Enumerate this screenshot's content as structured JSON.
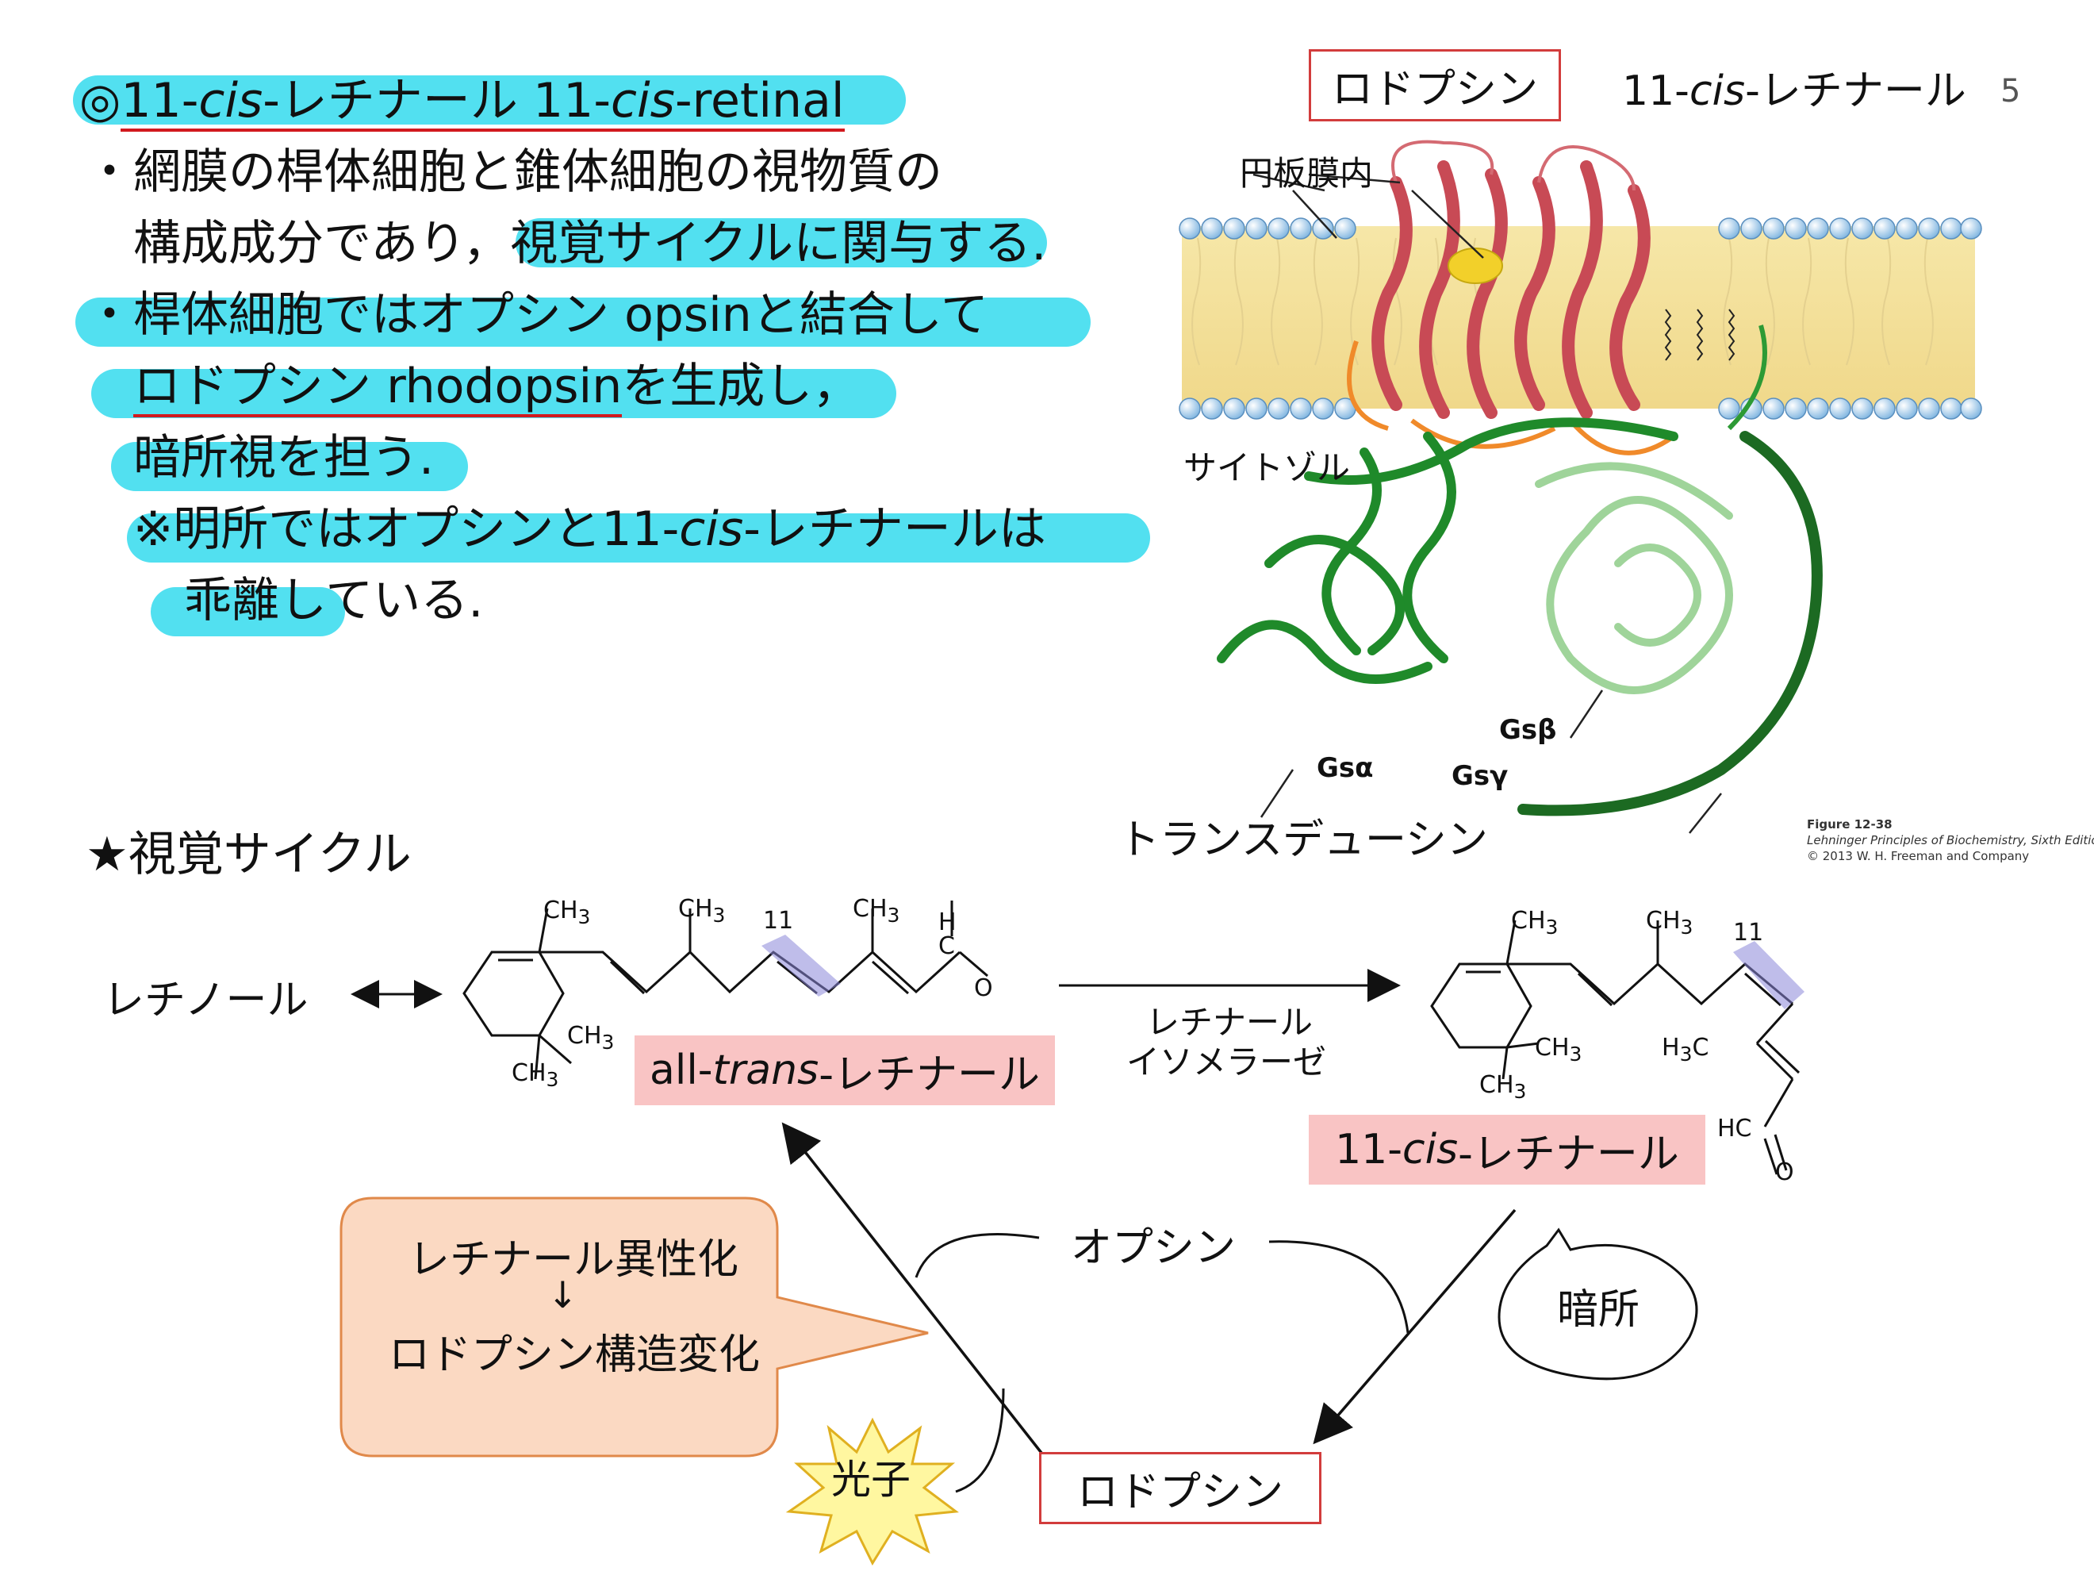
{
  "page_number": "5",
  "heading": {
    "prefix": "◎",
    "t1": "11-",
    "t1_italic": "cis",
    "t2": "-レチナール 11-",
    "t2_italic": "cis",
    "t3": "-retinal"
  },
  "bullets": {
    "b1_line1": "・網膜の桿体細胞と錐体細胞の視物質の",
    "b1_line2": "構成成分であり，視覚サイクルに関与する.",
    "b2_line1": "・桿体細胞ではオプシン opsinと結合して",
    "b2_line2a": "ロドプシン rhodopsin",
    "b2_line2b": "を生成し，",
    "b2_line3": "暗所視を担う.",
    "note_line1a": "※明所ではオプシンと11-",
    "note_line1_italic": "cis",
    "note_line1b": "-レチナールは",
    "note_line2": "乖離している."
  },
  "protein_figure": {
    "label_rhodopsin": "ロドプシン",
    "label_retinal_a": "11-",
    "label_retinal_italic": "cis",
    "label_retinal_b": "-レチナール",
    "label_disk": "円板膜内",
    "label_cytosol": "サイトゾル",
    "label_gsa": "Gsα",
    "label_gsb": "Gsβ",
    "label_gsg": "Gsγ",
    "label_transducin": "トランスデューシン",
    "caption_line1": "Figure 12-38",
    "caption_line2": "Lehninger Principles of Biochemistry, Sixth Edition",
    "caption_line3": "© 2013 W. H. Freeman and Company"
  },
  "cycle": {
    "title": "★視覚サイクル",
    "retinol": "レチノール",
    "all_trans_a": "all-",
    "all_trans_italic": "trans",
    "all_trans_b": "-レチナール",
    "isomerase_line1": "レチナール",
    "isomerase_line2": "イソメラーゼ",
    "cis_a": "11-",
    "cis_italic": "cis",
    "cis_b": "-レチナール",
    "opsin": "オプシン",
    "dark": "暗所",
    "rhodopsin": "ロドプシン",
    "photon": "光子",
    "callout_line1": "レチナール異性化",
    "callout_arrow": "↓",
    "callout_line2": "ロドプシン構造変化",
    "ch3": "CH3",
    "h3c": "H3C",
    "h": "H",
    "c": "C",
    "o": "O",
    "hc": "HC",
    "num11": "11"
  }
}
